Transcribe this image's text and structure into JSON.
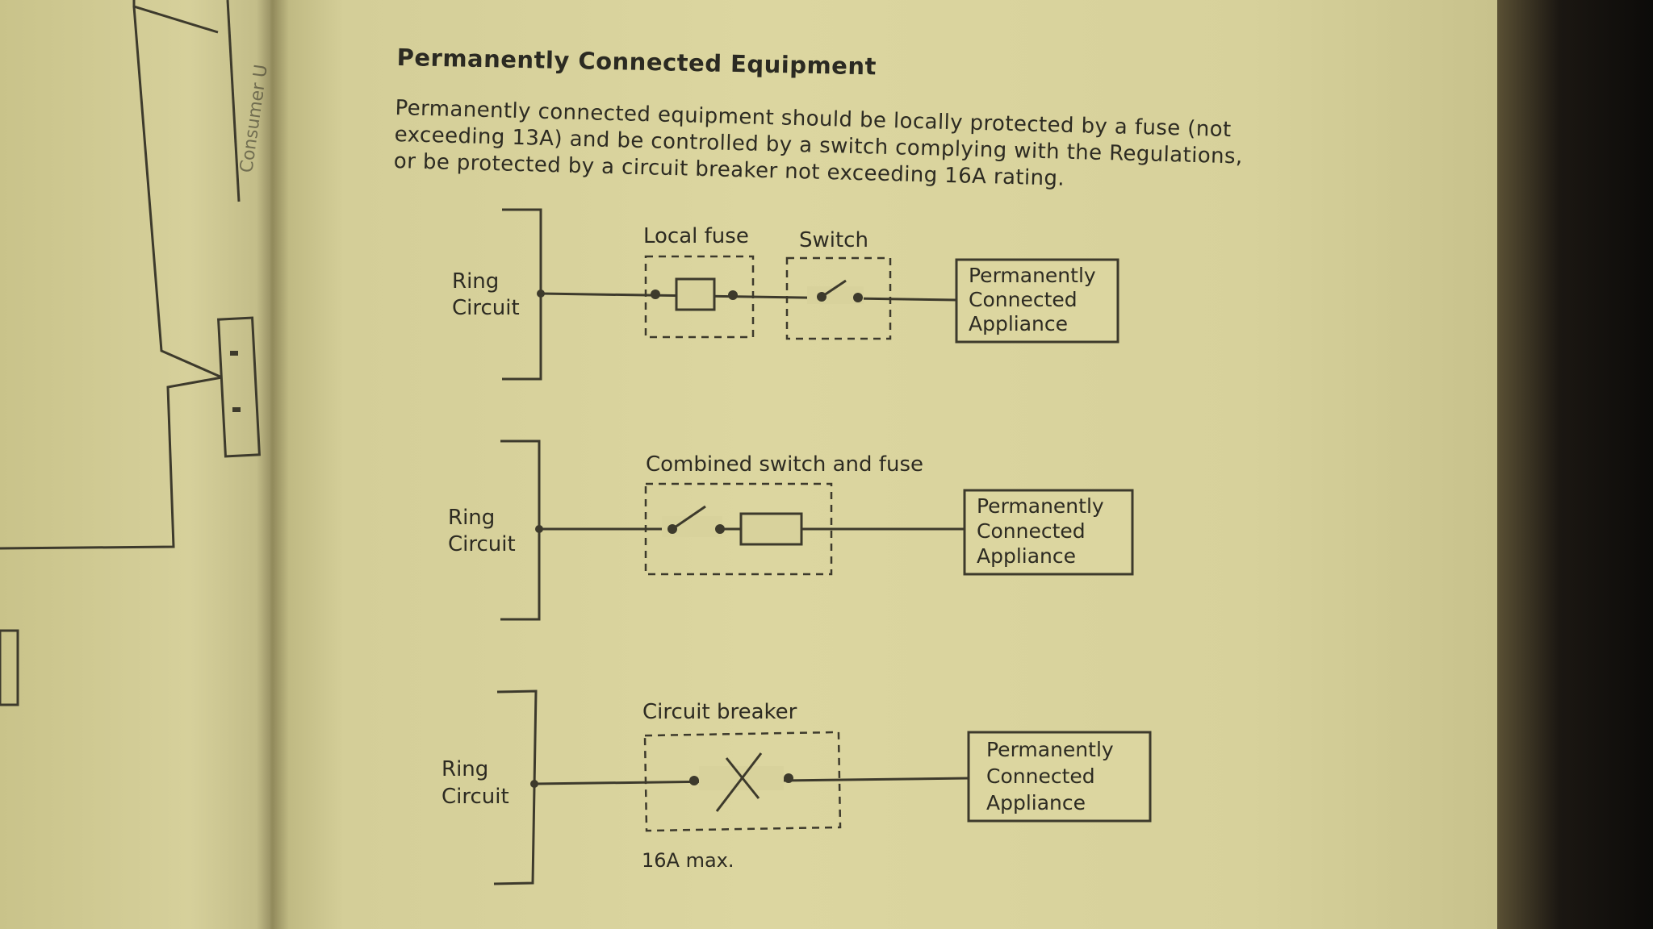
{
  "left_page": {
    "sideways_title": "Consumer U"
  },
  "right_page": {
    "heading": "Permanently Connected Equipment",
    "paragraph_lines": [
      "Permanently connected equipment should be locally protected by a fuse (not",
      "exceeding 13A) and be controlled by a switch complying with the Regulations,",
      "or be protected by a circuit breaker not exceeding 16A rating."
    ],
    "diagrams": [
      {
        "source_label": [
          "Ring",
          "Circuit"
        ],
        "component_labels": [
          "Local fuse",
          "Switch"
        ],
        "appliance_label": [
          "Permanently",
          "Connected",
          "Appliance"
        ]
      },
      {
        "source_label": [
          "Ring",
          "Circuit"
        ],
        "component_labels": [
          "Combined switch and fuse"
        ],
        "appliance_label": [
          "Permanently",
          "Connected",
          "Appliance"
        ]
      },
      {
        "source_label": [
          "Ring",
          "Circuit"
        ],
        "component_labels": [
          "Circuit breaker"
        ],
        "rating_label": "16A max.",
        "appliance_label": [
          "Permanently",
          "Connected",
          "Appliance"
        ]
      }
    ]
  }
}
